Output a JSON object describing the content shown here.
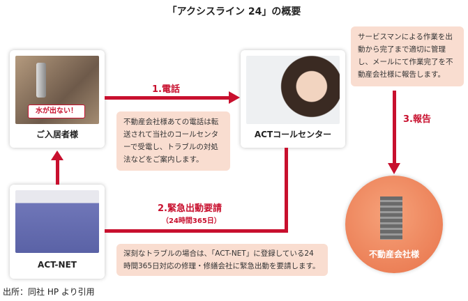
{
  "title": "「アクシスライン 24」の概要",
  "resident": {
    "label": "ご入居者様",
    "badge": "水が出ない！"
  },
  "call_center": {
    "label": "ACTコールセンター"
  },
  "act_net": {
    "label": "ACT-NET"
  },
  "company": {
    "label": "不動産会社様"
  },
  "steps": {
    "s1": "1.電話",
    "s2": "2.緊急出動要請",
    "s2_sub": "（24時間365日）",
    "s3": "3.報告"
  },
  "notes": {
    "n1": "不動産会社様あての電話は転送されて当社のコールセンターで受電し、トラブルの対処法などをご案内します。",
    "n2": "サービスマンによる作業を出動から完了まで適切に管理し、メールにて作業完了を不動産会社様に報告します。",
    "n3": "深刻なトラブルの場合は、「ACT-NET」に登録している24時間365日対応の修理・修繕会社に緊急出動を要請します。"
  },
  "source": "出所：同社 HP より引用",
  "colors": {
    "accent": "#c8102e",
    "note_bg": "#f9ddd0",
    "circle": "#f08a5d"
  }
}
